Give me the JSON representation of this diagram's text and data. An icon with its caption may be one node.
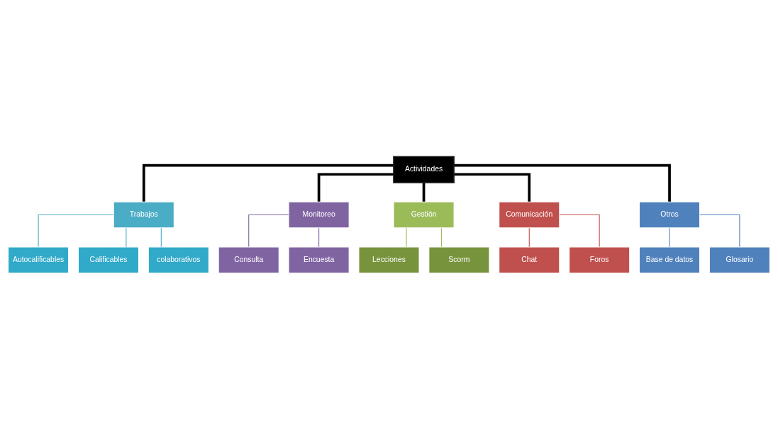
{
  "diagram": {
    "nodes": [
      {
        "text": [
          "Actividades"
        ]
      },
      {
        "text": [
          "Trabajos"
        ]
      },
      {
        "text": [
          "Monitoreo"
        ]
      },
      {
        "text": [
          "Gestión"
        ]
      },
      {
        "text": [
          "Comunicación"
        ]
      },
      {
        "text": [
          "Otros"
        ]
      },
      {
        "text": [
          "Autocalificables"
        ]
      },
      {
        "text": [
          "Calificables"
        ]
      },
      {
        "text": [
          "colaborativos"
        ]
      },
      {
        "text": [
          "Consulta"
        ]
      },
      {
        "text": [
          "Encuesta"
        ]
      },
      {
        "text": [
          "Lecciones"
        ]
      },
      {
        "text": [
          "Scorm"
        ]
      },
      {
        "text": [
          "Chat"
        ]
      },
      {
        "text": [
          "Foros"
        ]
      },
      {
        "text": [
          "Base de datos"
        ]
      },
      {
        "text": [
          "Glosario"
        ]
      }
    ],
    "edges": [
      {
        "from": 0,
        "to": 1,
        "arrow": "none",
        "style": "thick"
      },
      {
        "from": 0,
        "to": 2,
        "arrow": "none",
        "style": "thick"
      },
      {
        "from": 0,
        "to": 3,
        "arrow": "none",
        "style": "thick"
      },
      {
        "from": 0,
        "to": 4,
        "arrow": "none",
        "style": "thick"
      },
      {
        "from": 0,
        "to": 5,
        "arrow": "none",
        "style": "thick"
      },
      {
        "from": 1,
        "to": 6,
        "arrow": "none",
        "color": "#4bacc6"
      },
      {
        "from": 1,
        "to": 7,
        "arrow": "none",
        "color": "#4bacc6"
      },
      {
        "from": 1,
        "to": 8,
        "arrow": "none",
        "color": "#4bacc6"
      },
      {
        "from": 2,
        "to": 9,
        "arrow": "none",
        "color": "#8064a2"
      },
      {
        "from": 2,
        "to": 10,
        "arrow": "none",
        "color": "#8064a2"
      },
      {
        "from": 3,
        "to": 11,
        "arrow": "none",
        "color": "#9bbb59"
      },
      {
        "from": 3,
        "to": 12,
        "arrow": "none",
        "color": "#9bbb59"
      },
      {
        "from": 4,
        "to": 13,
        "arrow": "none",
        "color": "#c0504d"
      },
      {
        "from": 4,
        "to": 14,
        "arrow": "none",
        "color": "#c0504d"
      },
      {
        "from": 5,
        "to": 15,
        "arrow": "none",
        "color": "#4f81bd"
      },
      {
        "from": 5,
        "to": 16,
        "arrow": "none",
        "color": "#4f81bd"
      }
    ]
  }
}
